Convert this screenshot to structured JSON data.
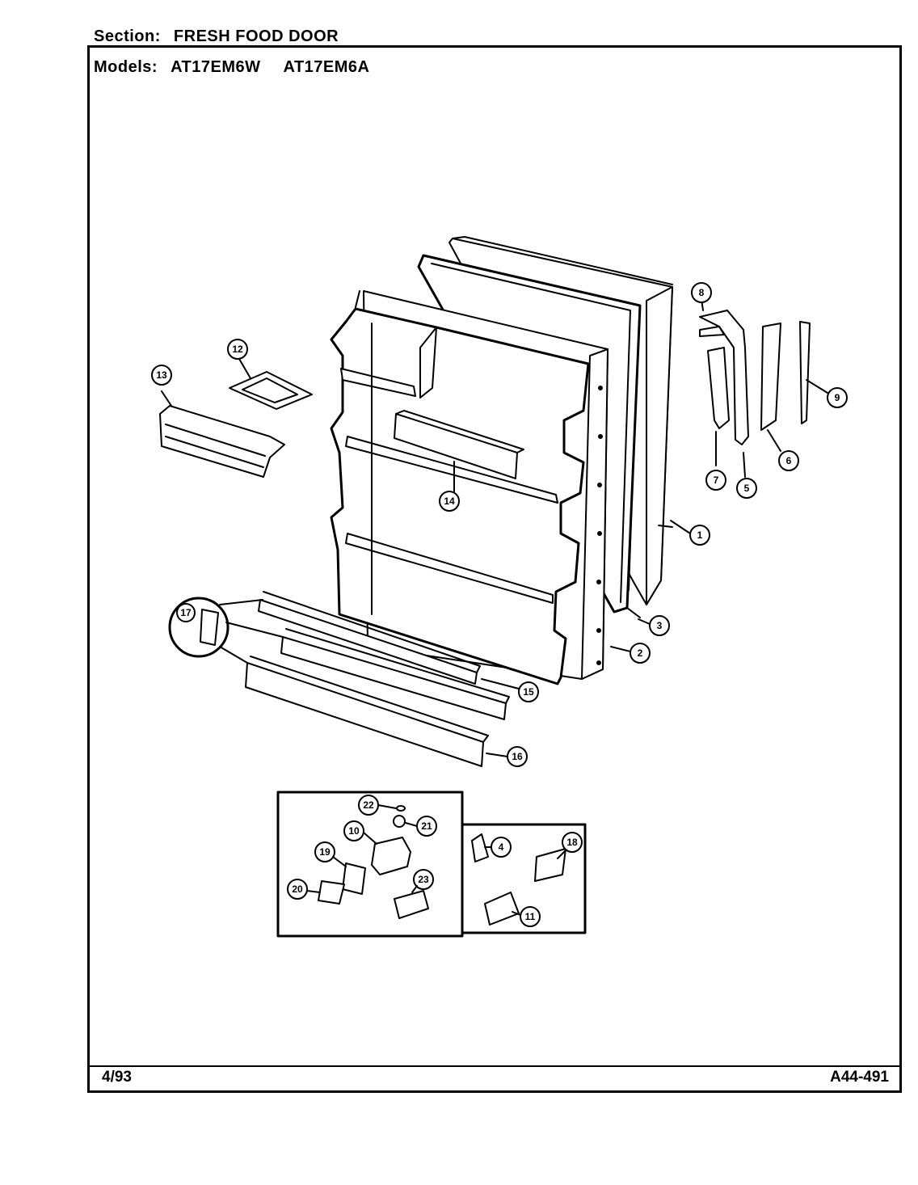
{
  "header": {
    "section_label": "Section:",
    "section_value": "FRESH FOOD DOOR",
    "models_label": "Models:",
    "models": [
      "AT17EM6W",
      "AT17EM6A"
    ]
  },
  "footer": {
    "date_code": "4/93",
    "drawing_number": "A44-491"
  },
  "callouts": [
    "1",
    "2",
    "3",
    "4",
    "5",
    "6",
    "7",
    "8",
    "9",
    "10",
    "11",
    "12",
    "13",
    "14",
    "15",
    "16",
    "17",
    "18",
    "19",
    "20",
    "21",
    "22",
    "23"
  ]
}
